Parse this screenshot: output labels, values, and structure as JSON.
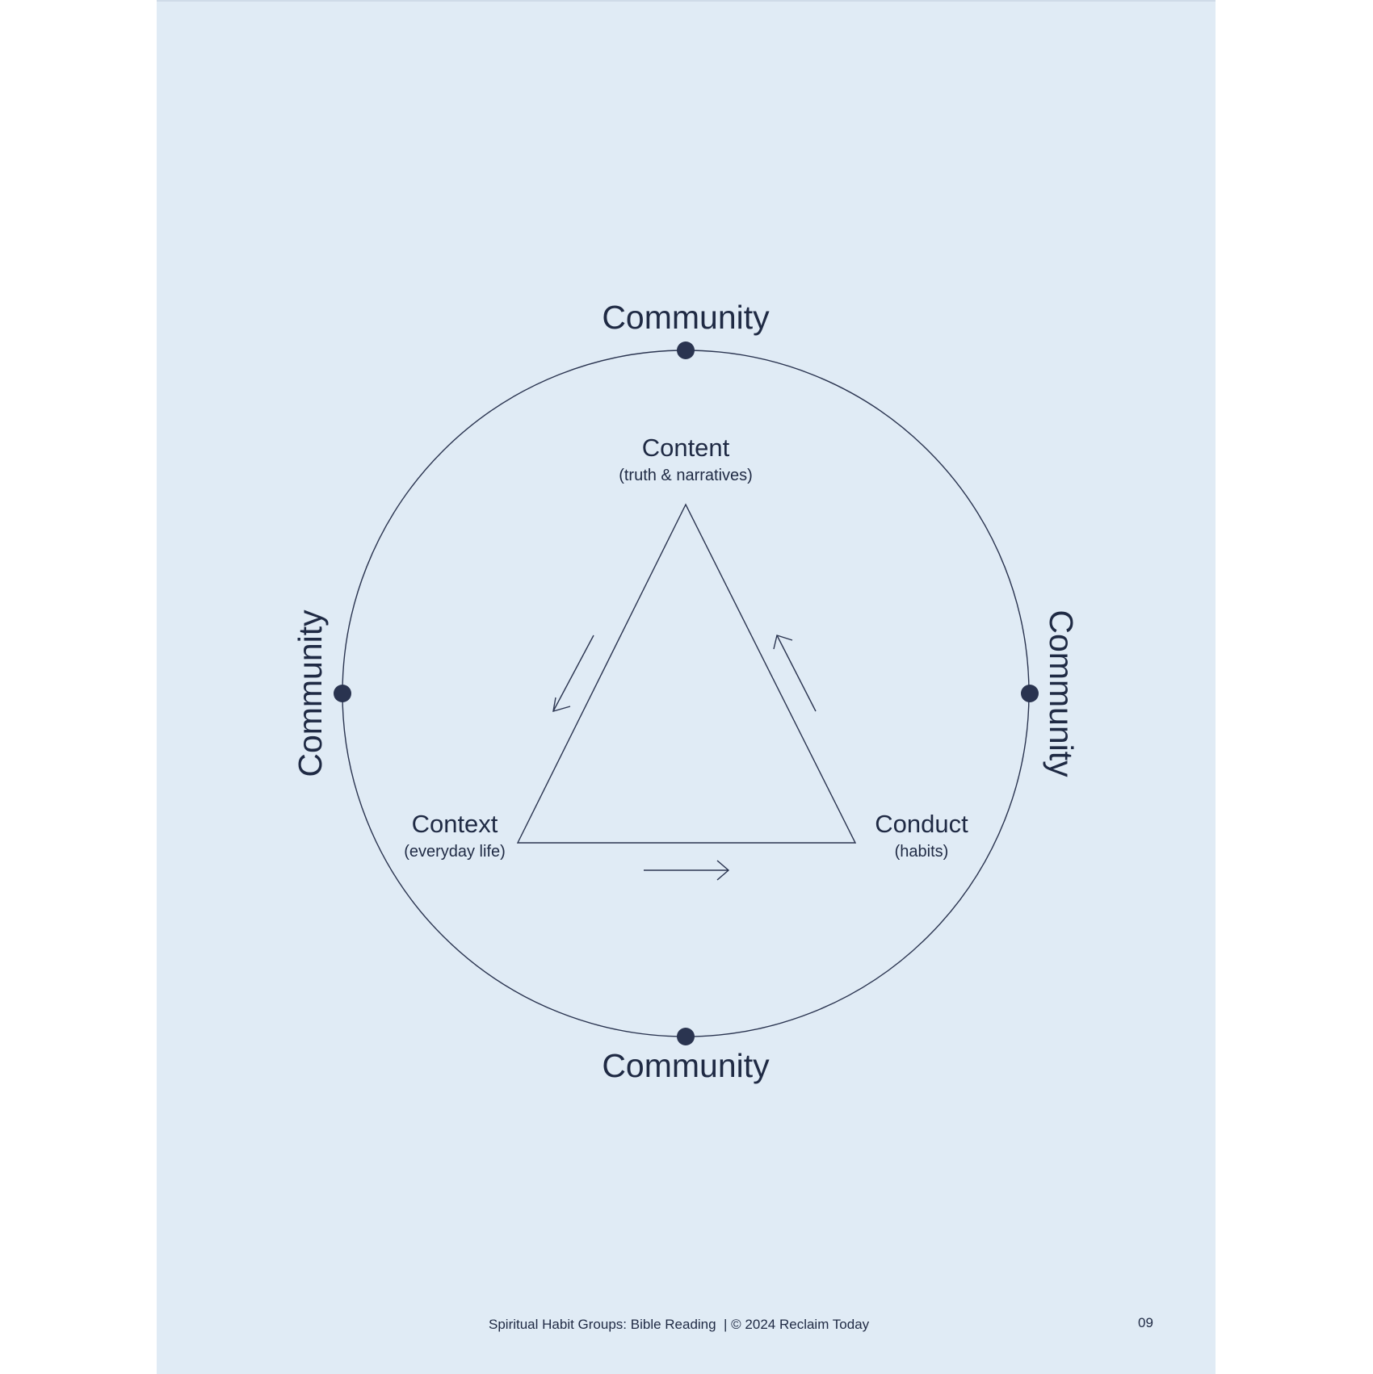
{
  "diagram": {
    "community_labels": {
      "top": "Community",
      "bottom": "Community",
      "left": "Community",
      "right": "Community"
    },
    "nodes": {
      "content": {
        "title": "Content",
        "subtitle": "(truth & narratives)"
      },
      "context": {
        "title": "Context",
        "subtitle": "(everyday life)"
      },
      "conduct": {
        "title": "Conduct",
        "subtitle": "(habits)"
      }
    }
  },
  "footer": {
    "text": "Spiritual Habit Groups: Bible Reading  | © 2024 Reclaim Today",
    "page_number": "09"
  },
  "colors": {
    "background": "#e0ebf5",
    "ink": "#1f2a44"
  }
}
